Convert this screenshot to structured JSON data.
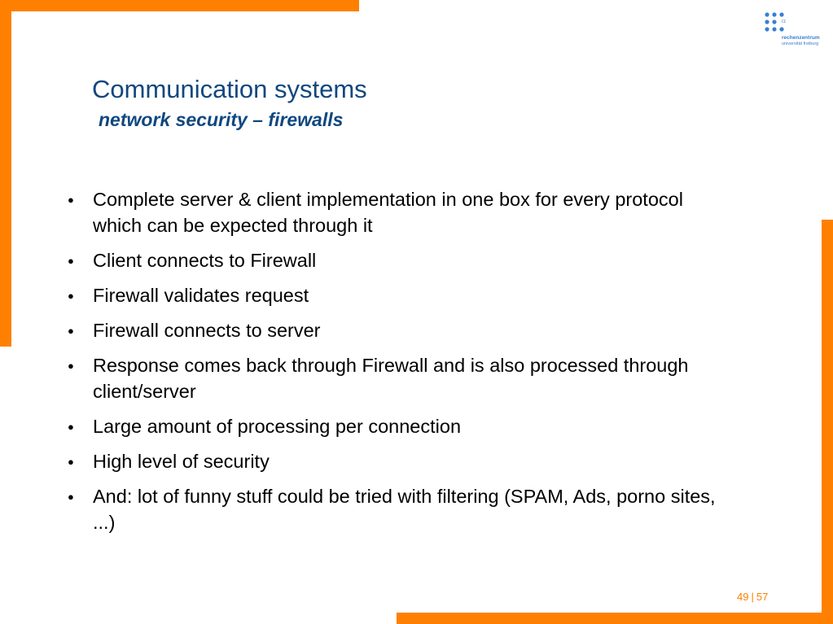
{
  "logo": {
    "initials": "rz",
    "name": "rechenzentrum",
    "institution": "universität freiburg"
  },
  "slide": {
    "title": "Communication systems",
    "subtitle": "network security – firewalls",
    "bullet_marker": "●",
    "bullets": [
      "Complete server & client implementation in one box for every protocol which can be expected through it",
      "Client connects to Firewall",
      "Firewall validates request",
      "Firewall connects to server",
      "Response comes back through Firewall and is also processed through client/server",
      "Large amount of processing per connection",
      "High level of security",
      "And: lot of funny stuff could be tried with filtering (SPAM, Ads, porno sites, ...)"
    ]
  },
  "footer": {
    "page_current": "49",
    "separator": "|",
    "page_total": "57"
  },
  "colors": {
    "accent": "#ff8000",
    "title": "#10477f",
    "logo": "#3a7fd0"
  }
}
